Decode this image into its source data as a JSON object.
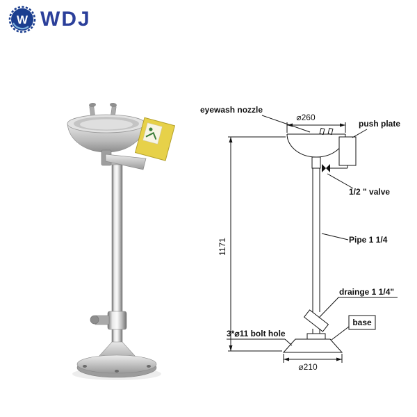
{
  "page": {
    "background": "#ffffff"
  },
  "logo": {
    "brand": "WDJ",
    "icon_letter": "W",
    "brand_color": "#2b3f9a",
    "icon_color": "#1b3e8f"
  },
  "photo": {
    "sign_color": "#e7d149",
    "steel_light": "#ececec",
    "steel_dark": "#707070"
  },
  "diagram": {
    "line_color": "#111111",
    "labels": {
      "eyewash_nozzle": "eyewash nozzle",
      "push_plate": "push plate",
      "valve": "1/2 \" valve",
      "pipe": "Pipe 1 1/4",
      "drain": "drainge 1 1/4\"",
      "bolt_hole": "3*⌀11 bolt hole",
      "base": "base"
    },
    "dimensions": {
      "bowl_diameter": "⌀260",
      "height": "1171",
      "base_diameter": "⌀210"
    }
  }
}
